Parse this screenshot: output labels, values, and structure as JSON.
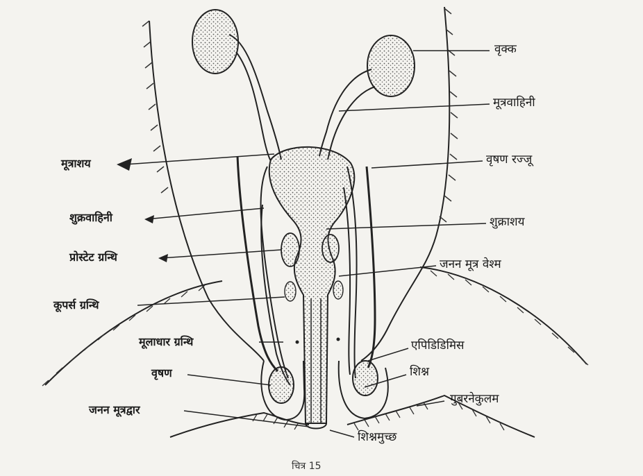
{
  "figure": {
    "caption": "चित्र 15",
    "labels": {
      "kidney": "वृक्क",
      "ureter": "मूत्रवाहिनी",
      "spermatic_cord": "वृषण रज्जू",
      "seminal_vesicle": "शुक्राशय",
      "urogenital_sinus": "जनन मूत्र वेश्म",
      "epididymis": "एपिडिडिमिस",
      "penis": "शिश्न",
      "gubernaculum": "गुबरनेकुलम",
      "preputial_tuft": "शिश्नमुच्छ",
      "bladder": "मूत्राशय",
      "vas_deferens": "शुक्रवाहिनी",
      "prostate": "प्रोस्टेट ग्रन्थि",
      "cowper": "कूपर्स ग्रन्थि",
      "perineal": "मूलाधार ग्रन्थि",
      "testis": "वृषण",
      "urogenital_aperture": "जनन मूत्रद्वार"
    }
  },
  "colors": {
    "ink": "#222222",
    "stipple": "#555555",
    "paper": "#f4f3ef"
  }
}
